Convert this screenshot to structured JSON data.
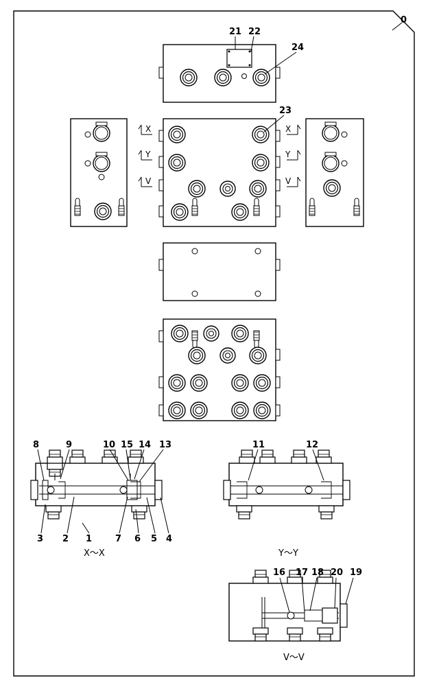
{
  "diagram": {
    "sheet_number": "0",
    "callouts": {
      "c1": "1",
      "c2": "2",
      "c3": "3",
      "c4": "4",
      "c5": "5",
      "c6": "6",
      "c7": "7",
      "c8": "8",
      "c9": "9",
      "c10": "10",
      "c11": "11",
      "c12": "12",
      "c13": "13",
      "c14": "14",
      "c15": "15",
      "c16": "16",
      "c17": "17",
      "c18": "18",
      "c19": "19",
      "c20": "20",
      "c21": "21",
      "c22": "22",
      "c23": "23",
      "c24": "24"
    },
    "cut_marks": {
      "x": "X",
      "y": "Y",
      "v": "V"
    },
    "section_labels": {
      "xx": "X～X",
      "yy": "Y～Y",
      "vv": "V～V"
    },
    "colors": {
      "line": "#000000",
      "background": "#ffffff"
    }
  }
}
